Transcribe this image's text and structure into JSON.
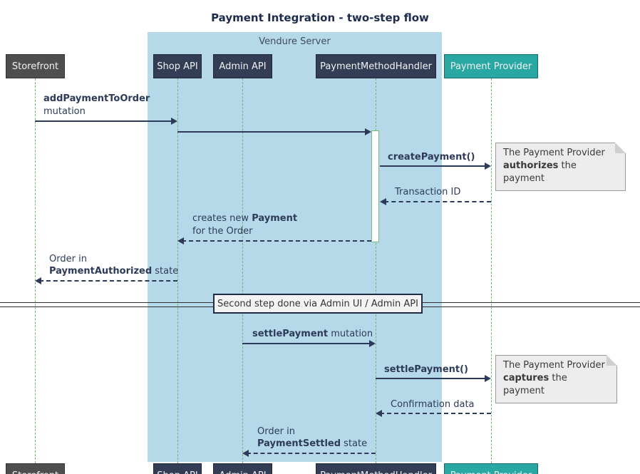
{
  "title": "Payment Integration - two-step flow",
  "server_group": {
    "label": "Vendure Server"
  },
  "participants": [
    {
      "id": "storefront",
      "name": "Storefront"
    },
    {
      "id": "shop-api",
      "name": "Shop API"
    },
    {
      "id": "admin-api",
      "name": "Admin API"
    },
    {
      "id": "payment-method-handler",
      "name": "PaymentMethodHandler"
    },
    {
      "id": "payment-provider",
      "name": "Payment Provider"
    }
  ],
  "messages": {
    "add_payment": {
      "bold": "addPaymentToOrder",
      "line2": "mutation"
    },
    "create_payment": {
      "label": "createPayment()"
    },
    "transaction_id": {
      "label": "Transaction ID"
    },
    "creates_payment": {
      "pre": "creates new ",
      "bold": "Payment",
      "line2": "for the Order"
    },
    "order_authorized": {
      "line1": "Order in",
      "bold": "PaymentAuthorized",
      "post": " state"
    },
    "settle_payment_mutation": {
      "bold": "settlePayment",
      "post": " mutation"
    },
    "settle_payment_call": {
      "label": "settlePayment()"
    },
    "confirmation": {
      "label": "Confirmation data"
    },
    "order_settled": {
      "line1": "Order in",
      "bold": "PaymentSettled",
      "post": " state"
    }
  },
  "notes": {
    "authorize": {
      "line1": "The Payment Provider",
      "bold": "authorizes",
      "post": " the payment"
    },
    "capture": {
      "line1": "The Payment Provider",
      "bold": "captures",
      "post": " the payment"
    }
  },
  "divider": {
    "label": "Second step done via Admin UI / Admin API"
  },
  "colors": {
    "server_box": "#b5d9e8",
    "arrow": "#2e3a59",
    "lifeline": "#74b474",
    "participant_storefront": "#4e4e4e",
    "participant_api": "#333d55",
    "participant_provider": "#29a7a3",
    "note_fill": "#ececec"
  }
}
